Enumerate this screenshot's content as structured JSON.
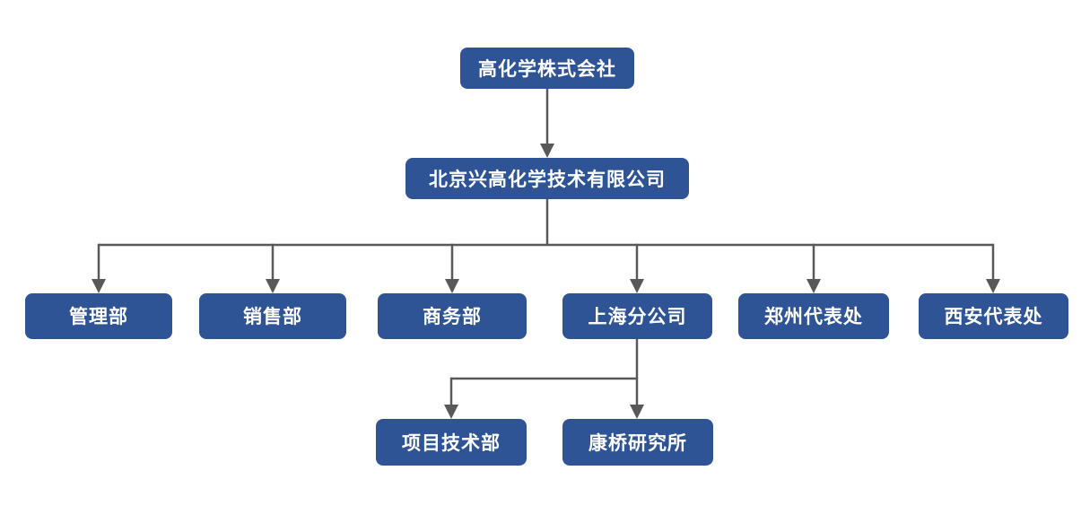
{
  "org_chart": {
    "type": "org-chart",
    "nodes": [
      {
        "id": "root",
        "label": "高化学株式会社",
        "level": 1,
        "parent": null
      },
      {
        "id": "company",
        "label": "北京兴高化学技术有限公司",
        "level": 2,
        "parent": "root"
      },
      {
        "id": "admin",
        "label": "管理部",
        "level": 3,
        "parent": "company"
      },
      {
        "id": "sales",
        "label": "销售部",
        "level": 3,
        "parent": "company"
      },
      {
        "id": "business",
        "label": "商务部",
        "level": 3,
        "parent": "company"
      },
      {
        "id": "shanghai",
        "label": "上海分公司",
        "level": 3,
        "parent": "company"
      },
      {
        "id": "zhengzhou",
        "label": "郑州代表处",
        "level": 3,
        "parent": "company"
      },
      {
        "id": "xian",
        "label": "西安代表处",
        "level": 3,
        "parent": "company"
      },
      {
        "id": "project",
        "label": "项目技术部",
        "level": 4,
        "parent": "shanghai"
      },
      {
        "id": "kangqiao",
        "label": "康桥研究所",
        "level": 4,
        "parent": "shanghai"
      }
    ],
    "colors": {
      "node_fill": "#2F5496",
      "node_text": "#FFFFFF",
      "connector": "#595959",
      "background": "#FFFFFF"
    }
  }
}
